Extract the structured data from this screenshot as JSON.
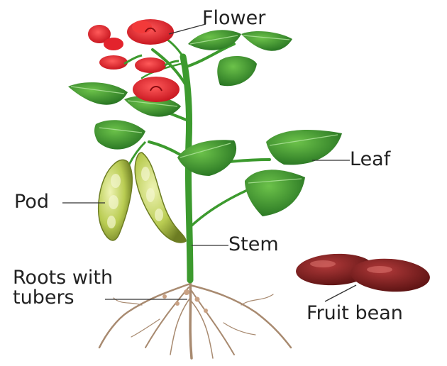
{
  "labels": {
    "flower": "Flower",
    "leaf": "Leaf",
    "pod": "Pod",
    "stem": "Stem",
    "roots_line1": "Roots with",
    "roots_line2": "tubers",
    "fruit_bean": "Fruit bean"
  },
  "colors": {
    "leaf": "#2f8f2a",
    "leaf_vein": "#aee39a",
    "stem": "#3c9a2e",
    "flower": "#e3232c",
    "pod": "#c8d96a",
    "root": "#a88a70",
    "bean": "#7a1f1f",
    "leader": "#333333"
  }
}
